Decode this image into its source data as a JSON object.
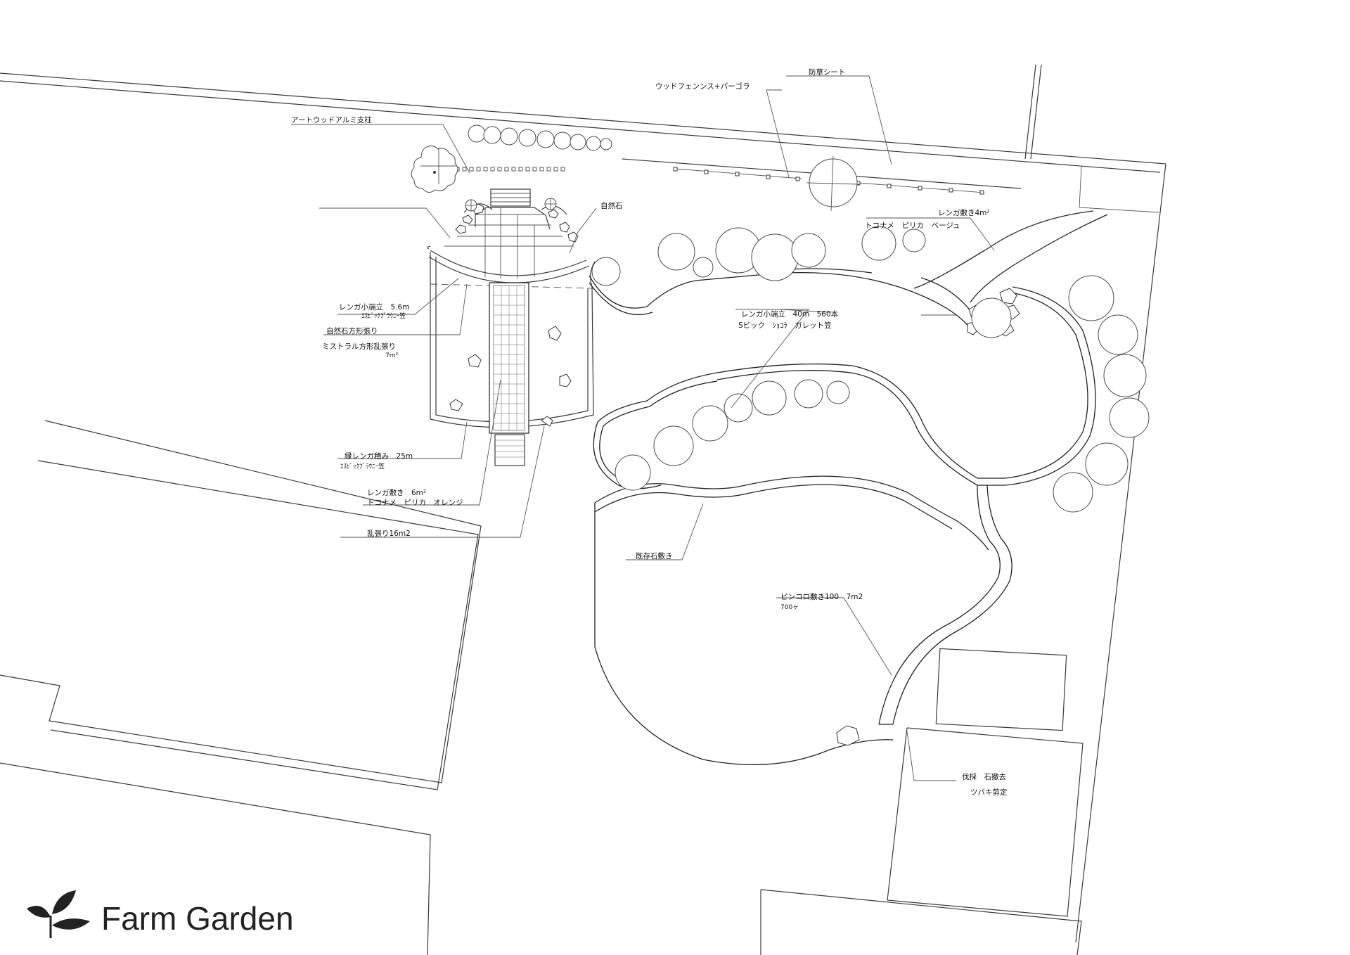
{
  "labels": {
    "artwood": "アートウッドアルミ支柱",
    "fence": "ウッドフェンンス+パーゴラ",
    "weed_sheet": "防草シート",
    "natural_stone": "自然石",
    "brick_paving_4": "レンガ敷き4m²",
    "brick_paving_4_spec": "トコナメ　ピリカ　ベージュ",
    "brick_edge_56": "レンガ小端立　5.6m",
    "brick_edge_56_spec": "ｴｽﾋﾞｯｸﾌﾞﾗｳﾆｰ笠",
    "natural_stone_square": "自然石方形張り",
    "mistral": "ミストラル方形乱張り",
    "mistral_area": "7m²",
    "brick_edge_40": "レンガ小端立　40m　560本",
    "brick_edge_40_spec": "Sビック　ｼｮｺﾗ　ガレット笠",
    "edge_brick_25": "縁レンガ積み　25m",
    "edge_brick_25_spec": "ｴｽﾋﾞｯｸﾌﾞﾗｳﾆｰ笠",
    "brick_paving_6": "レンガ敷き　6m²",
    "brick_paving_6_spec": "トコナメ　ピリカ　オレンジ",
    "random_16": "乱張り16m2",
    "existing_stone": "既存石敷き",
    "pinkoro": "ピンコロ敷き100　7m2",
    "pinkoro_qty": "700ヶ",
    "cut_remove": "伐採　石撤去",
    "camellia": "ツバキ剪定"
  },
  "brand": {
    "name": "Farm Garden",
    "logo_icon": "leaf-sprout-icon"
  },
  "colors": {
    "line": "#3a3a3a",
    "text": "#111111",
    "background": "#ffffff"
  }
}
